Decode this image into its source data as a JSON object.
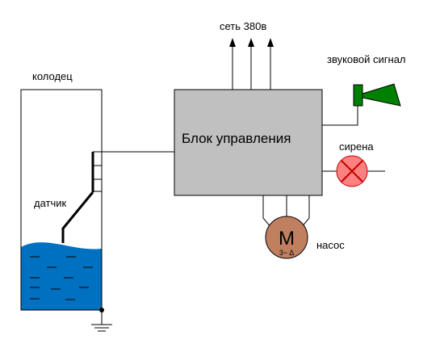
{
  "labels": {
    "well": "колодец",
    "sensor": "датчик",
    "control_unit": "Блок управления",
    "network": "сеть 380в",
    "sound_signal": "звуковой сигнал",
    "siren": "сирена",
    "pump": "насос",
    "motor_symbol": "M",
    "motor_spec": "3~ Δ"
  },
  "colors": {
    "water": "#0070C0",
    "control_box": "#C0C0C0",
    "horn": "#008000",
    "siren_fill": "#FF8080",
    "siren_x": "#C00000",
    "motor": "#C08060",
    "lines": "#000000"
  }
}
